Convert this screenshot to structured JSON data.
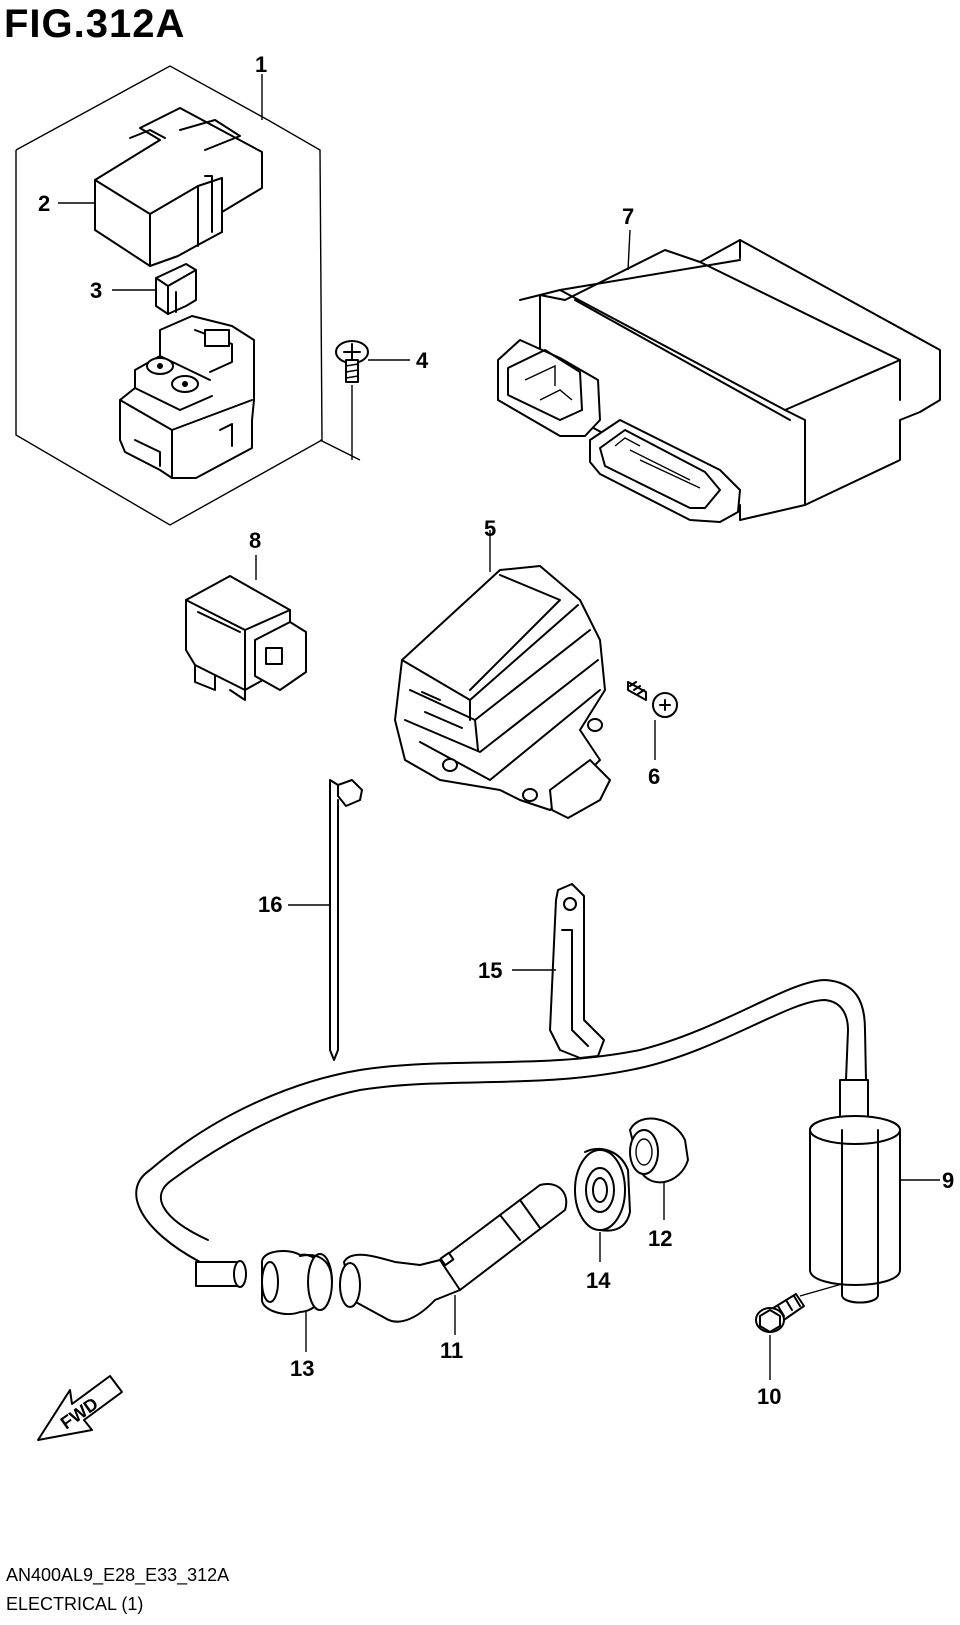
{
  "figure": {
    "title": "FIG.312A",
    "code": "AN400AL9_E28_E33_312A",
    "name": "ELECTRICAL (1)",
    "fwd_label": "FWD"
  },
  "callouts": [
    "1",
    "2",
    "3",
    "4",
    "5",
    "6",
    "7",
    "8",
    "9",
    "10",
    "11",
    "12",
    "13",
    "14",
    "15",
    "16"
  ]
}
